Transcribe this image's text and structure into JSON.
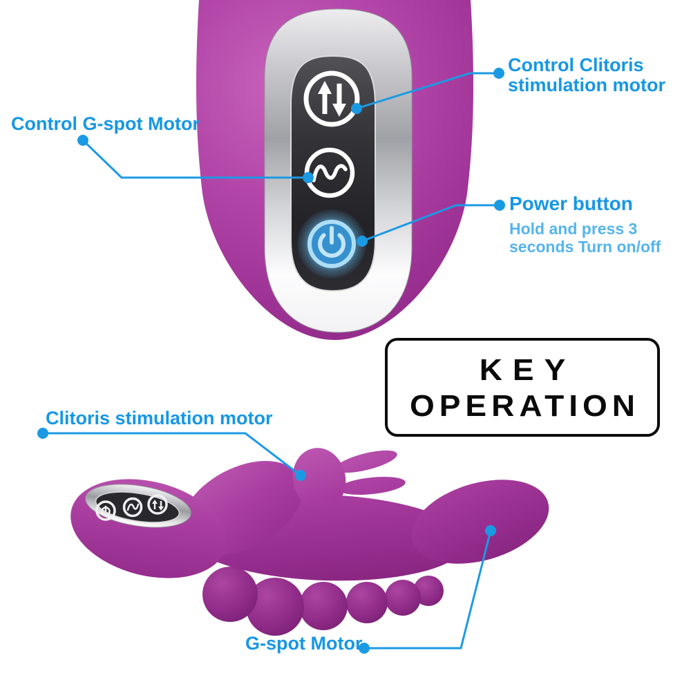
{
  "page": {
    "kind": "product-key-operation-infographic",
    "background": "#ffffff"
  },
  "colors": {
    "accent_blue": "#1697E4",
    "light_blue": "#55B4ED",
    "body_purple": "#A83C9F",
    "purple_highlight": "#C763BB",
    "purple_shadow": "#872680",
    "bead_purple": "#8F2B88",
    "panel_dark": "#2B2B2F",
    "panel_silver": "#D9D9DB",
    "power_button_blue": "#3690CE",
    "power_glow_blue": "#8FD4F8",
    "badge_border": "#0A0A0A",
    "button_icon_white": "#FFFFFF"
  },
  "labels": {
    "control_clitoris_line1": "Control Clitoris",
    "control_clitoris_line2": "stimulation motor",
    "control_gspot": "Control G-spot Motor",
    "power_title": "Power button",
    "power_sub_line1": "Hold and press 3",
    "power_sub_line2": "seconds Turn on/off",
    "badge_line1": "KEY",
    "badge_line2": "OPERATION",
    "clitoris_motor": "Clitoris stimulation motor",
    "gspot_motor": "G-spot Motor"
  },
  "icons": {
    "top_button_1": "up-down-arrows-icon",
    "top_button_2": "vibration-wave-icon",
    "top_button_3": "power-icon",
    "mini_button_1": "power-icon",
    "mini_button_2": "vibration-wave-icon",
    "mini_button_3": "up-down-arrows-icon"
  }
}
